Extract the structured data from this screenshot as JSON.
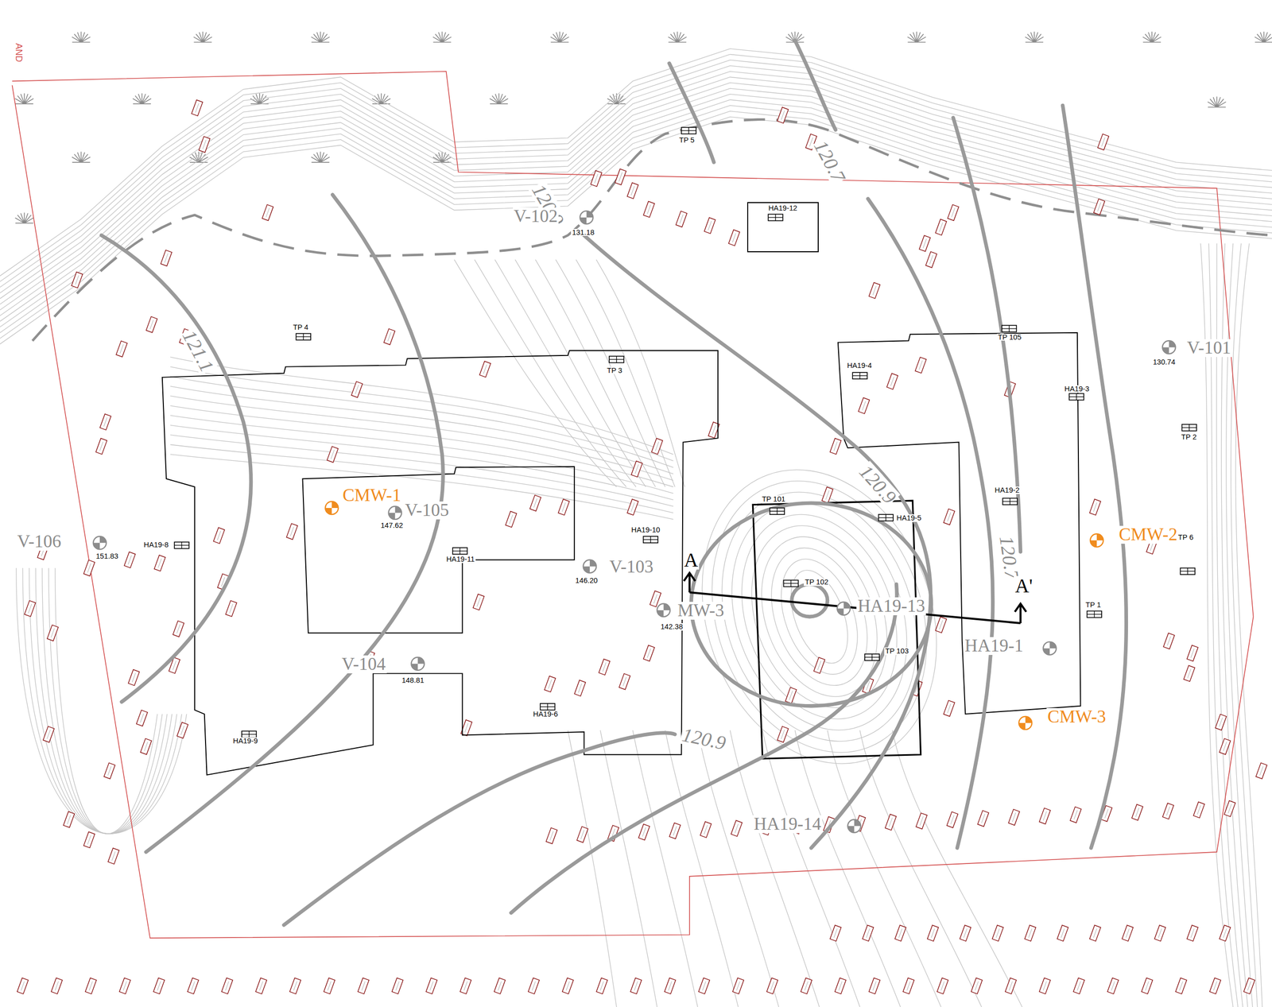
{
  "diagram": {
    "nodes": [
      {
        "text": [
          "HA19-12"
        ]
      }
    ],
    "labels": [
      "AND",
      "120.9",
      "120.7",
      "121.1",
      "120.9",
      "120.7",
      "120.9",
      "V-102",
      "131.18",
      "V-101",
      "130.74",
      "TP 5",
      "TP 4",
      "TP 3",
      "TP 105",
      "HA19-4",
      "HA19-3",
      "TP 2",
      "HA19-2",
      "TP 101",
      "HA19-5",
      "TP 6",
      "TP 1",
      "TP 102",
      "HA19-13",
      "HA19-1",
      "TP 103",
      "HA19-14",
      "CMW-1",
      "V-105",
      "147.62",
      "CMW-2",
      "CMW-3",
      "V-106",
      "151.83",
      "HA19-8",
      "HA19-11",
      "HA19-10",
      "V-103",
      "146.20",
      "MW-3",
      "142.38",
      "V-104",
      "148.81",
      "HA19-9",
      "HA19-6",
      "A",
      "A'"
    ]
  }
}
